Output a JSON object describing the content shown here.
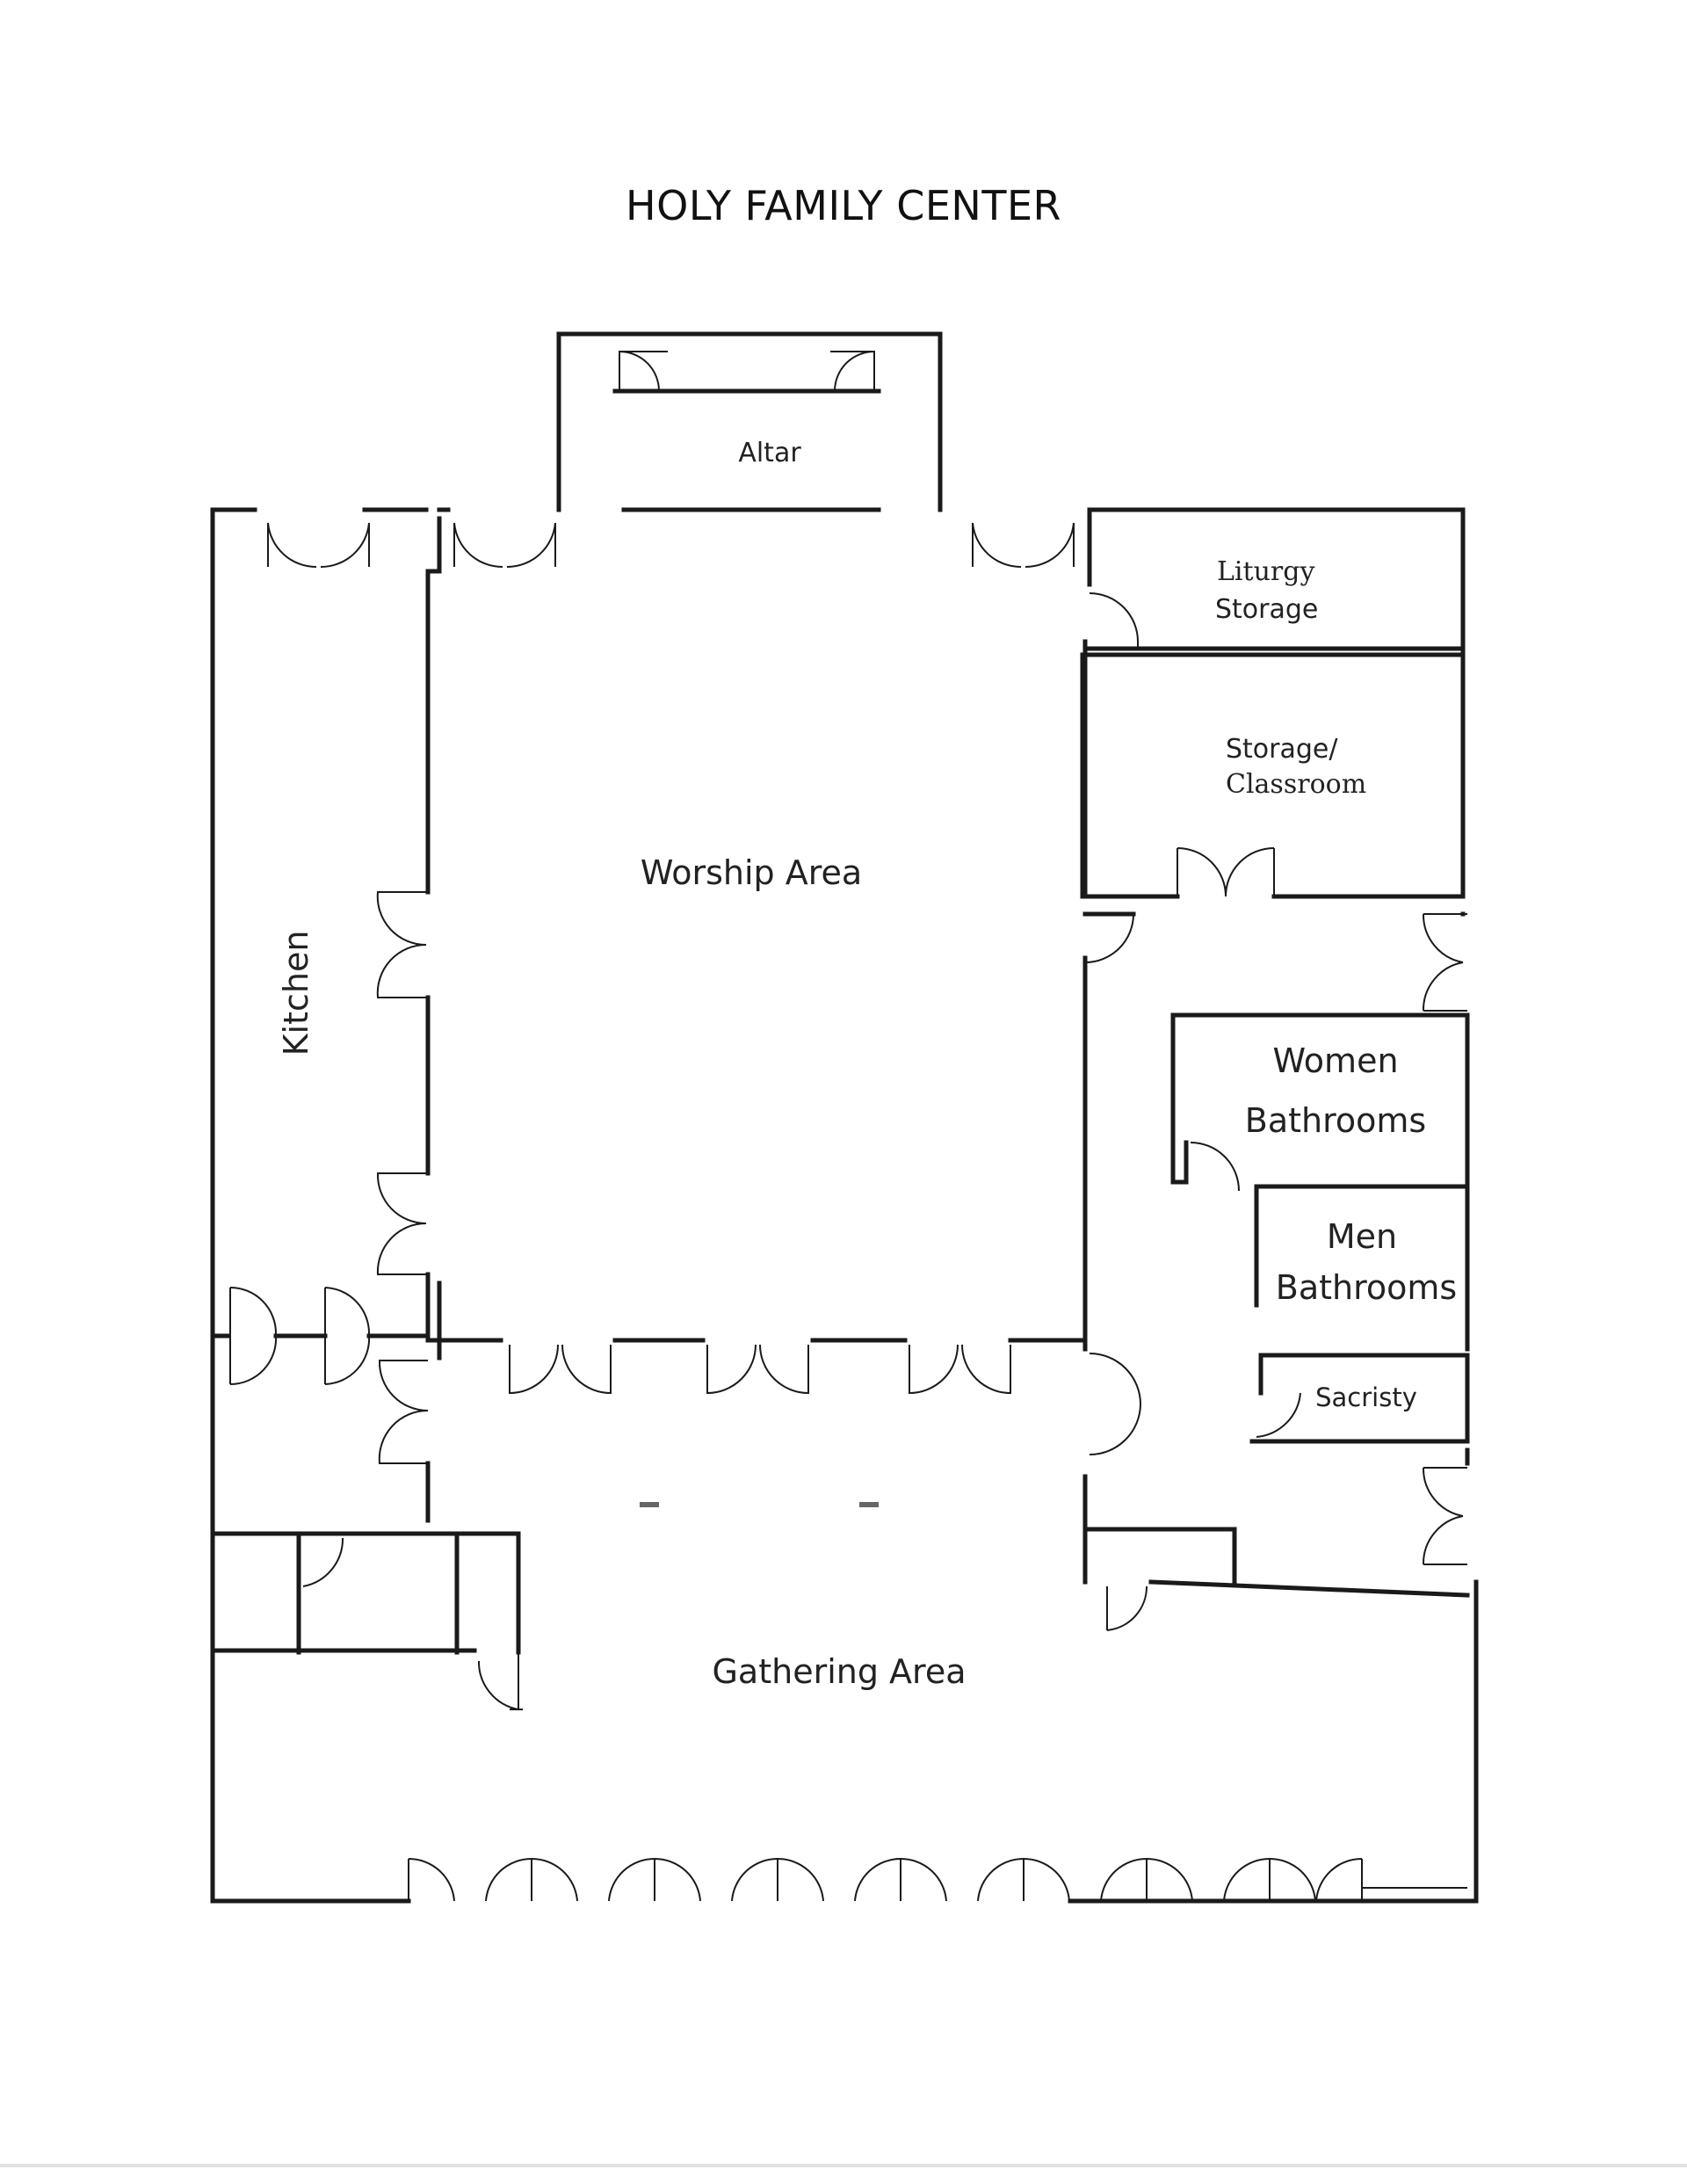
{
  "title": "HOLY FAMILY CENTER",
  "rooms": {
    "altar": "Altar",
    "liturgy_storage_l1": "Liturgy",
    "liturgy_storage_l2": "Storage",
    "storage_classroom_l1": "Storage/",
    "storage_classroom_l2": "Classroom",
    "worship_area": "Worship Area",
    "kitchen": "Kitchen",
    "women_l1": "Women",
    "women_l2": "Bathrooms",
    "men_l1": "Men",
    "men_l2": "Bathrooms",
    "sacristy": "Sacristy",
    "gathering_area": "Gathering Area"
  },
  "colors": {
    "line": "#1a1a1a",
    "text": "#222222",
    "background": "#ffffff"
  }
}
